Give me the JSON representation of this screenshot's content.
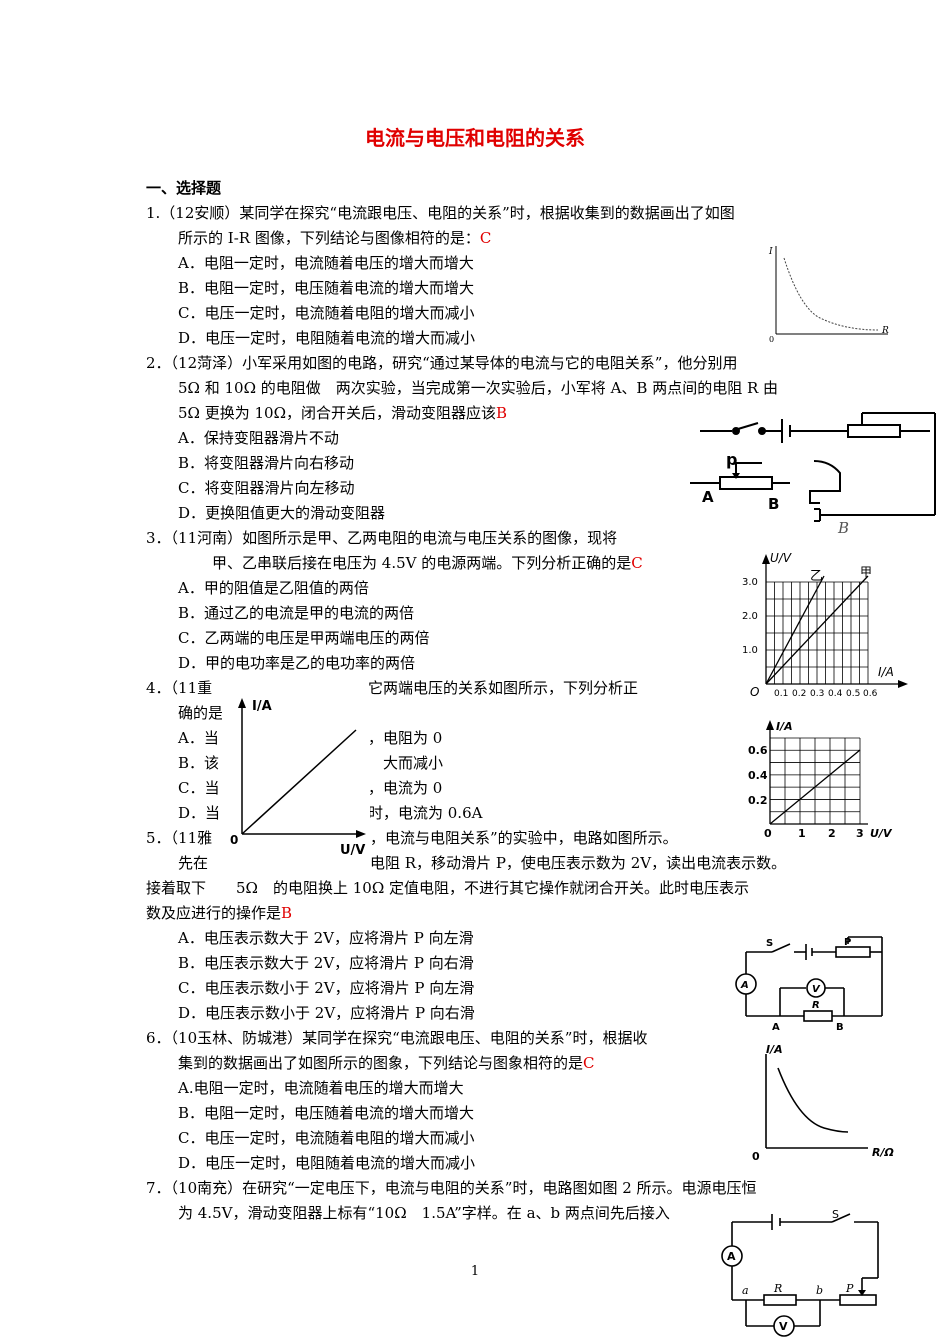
{
  "title": "电流与电压和电阻的关系",
  "section": "一、选择题",
  "q1": {
    "l1": "1.（12安顺）某同学在探究“电流跟电压、电阻的关系”时，根据收集到的数据画出了如图",
    "l2": "所示的 I-R 图像，下列结论与图像相符的是：",
    "ans": "C",
    "A": "A．电阻一定时，电流随着电压的增大而增大",
    "B": "B．电阻一定时，电压随着电流的增大而增大",
    "C": "C．电压一定时，电流随着电阻的增大而减小",
    "D": "D．电压一定时，电阻随着电流的增大而减小"
  },
  "q2": {
    "l1": "2．（12菏泽）小军采用如图的电路，研究“通过某导体的电流与它的电阻关系”，他分别用",
    "l2": "5Ω 和 10Ω 的电阻做　两次实验，当完成第一次实验后，小军将 A、B 两点间的电阻 R 由",
    "l3": "5Ω 更换为 10Ω，闭合开关后，滑动变阻器应该",
    "ans": "B",
    "A": "A．保持变阻器滑片不动",
    "B": "B．将变阻器滑片向右移动",
    "C": "C．将变阻器滑片向左移动",
    "D": "D．更换阻值更大的滑动变阻器"
  },
  "q3": {
    "l1": "3．（11河南）如图所示是甲、乙两电阻的电流与电压关系的图像，现将",
    "l2": "甲、乙串联后接在电压为 4.5V 的电源两端。下列分析正确的是",
    "ans": "C",
    "A": "A．甲的阻值是乙阻值的两倍",
    "B": "B．通过乙的电流是甲的电流的两倍",
    "C": "C．乙两端的电压是甲两端电压的两倍",
    "D": "D．甲的电功率是乙的电功率的两倍"
  },
  "q4": {
    "l1a": "4．（11重",
    "l1b": "它两端电压的关系如图所示，下列分析正",
    "l2": "确的是",
    "A1": "A．当",
    "A2": "，电阻为 0",
    "B1": "B．该",
    "B2": "大而减小",
    "C1": "C．当",
    "C2": "，电流为 0",
    "D1": "D．当",
    "D2": "时，电流为 0.6A"
  },
  "q5": {
    "l1a": "5．（11雅",
    "l1b": "，电流与电阻关系”的实验中，电路如图所示。",
    "l2a": "先在",
    "l2b": "电阻 R，移动滑片 P，使电压表示数为 2V，读出电流表示数。",
    "l3": "接着取下　　5Ω　的电阻换上 10Ω 定值电阻，不进行其它操作就闭合开关。此时电压表示",
    "l4": "数及应进行的操作是",
    "ans": "B",
    "A": "A．电压表示数大于 2V，应将滑片 P 向左滑",
    "B": "B．电压表示数大于 2V，应将滑片 P 向右滑",
    "C": "C．电压表示数小于 2V，应将滑片 P 向左滑",
    "D": "D．电压表示数小于 2V，应将滑片 P 向右滑"
  },
  "q6": {
    "l1": "6．（10玉林、防城港）某同学在探究“电流跟电压、电阻的关系”时，根据收",
    "l2": "集到的数据画出了如图所示的图象，下列结论与图象相符的是",
    "ans": "C",
    "A": "A.电阻一定时，电流随着电压的增大而增大",
    "B": "B．电阻一定时，电压随着电流的增大而增大",
    "C": "C．电压一定时，电流随着电阻的增大而减小",
    "D": "D．电压一定时，电阻随着电流的增大而减小"
  },
  "q7": {
    "l1": "7．（10南充）在研究“一定电压下，电流与电阻的关系”时，电路图如图 2 所示。电源电压恒",
    "l2": "为 4.5V，滑动变阻器上标有“10Ω　1.5A”字样。在 a、b 两点间先后接入"
  },
  "figs": {
    "f1_ylabel": "I",
    "f1_xlabel": "R",
    "f1_origin": "0",
    "f2_p": "p",
    "f2_a": "A",
    "f2_b": "B",
    "f2_b2": "B",
    "f3_ylabel": "U/V",
    "f3_xlabel": "I/A",
    "f3_origin": "O",
    "f3_yi": "乙",
    "f3_jia": "甲",
    "f3_yticks": [
      "1.0",
      "2.0",
      "3.0"
    ],
    "f3_xticks": [
      "0.1",
      "0.2",
      "0.3",
      "0.4",
      "0.5",
      "0.6"
    ],
    "f4_ylabel": "I/A",
    "f4_xlabel": "U/V",
    "f4_origin": "0",
    "f5_ylabel": "I/A",
    "f5_xlabel": "U/V",
    "f5_origin": "0",
    "f5_yticks": [
      "0.2",
      "0.4",
      "0.6"
    ],
    "f5_xticks": [
      "1",
      "2",
      "3"
    ],
    "f6_s": "S",
    "f6_p": "P",
    "f6_a": "A",
    "f6_v": "V",
    "f6_r": "R",
    "f6_la": "A",
    "f6_lb": "B",
    "f7_ylabel": "I/A",
    "f7_xlabel": "R/Ω",
    "f7_origin": "0",
    "f8_s": "S",
    "f8_a": "A",
    "f8_la": "a",
    "f8_r": "R",
    "f8_lb": "b",
    "f8_p": "P",
    "f8_v": "V"
  },
  "page_number": "1"
}
